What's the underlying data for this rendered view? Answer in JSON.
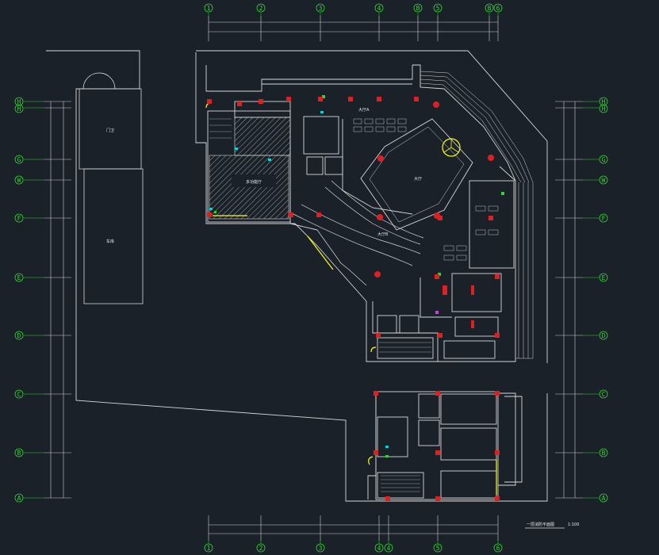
{
  "colors": {
    "background": "#1a2129",
    "linework": "#d8d8d8",
    "axis": "#32d632",
    "column": "#e02020",
    "highlight": "#ffff00",
    "door": "#00d8d8",
    "magenta": "#d040d0"
  },
  "grid": {
    "top_axes": [
      "1",
      "2",
      "3",
      "4",
      "5",
      "6",
      "B"
    ],
    "bottom_axes": [
      "1",
      "2",
      "3",
      "4",
      "5",
      "6"
    ],
    "left_axes": [
      "H",
      "G",
      "W",
      "F",
      "E",
      "D",
      "C",
      "B",
      "A"
    ],
    "right_axes": [
      "H",
      "G",
      "W",
      "F",
      "E",
      "D",
      "C",
      "B",
      "A"
    ]
  },
  "rooms": {
    "small_left_building": "门卫",
    "left_long_building": "车库",
    "hatched_hall": "多功能厅",
    "large_hall": "大厅",
    "lobby_a": "大厅A",
    "lobby_b": "大厅B"
  },
  "drawing_title": "一层消防平面图",
  "drawing_scale": "1:100"
}
